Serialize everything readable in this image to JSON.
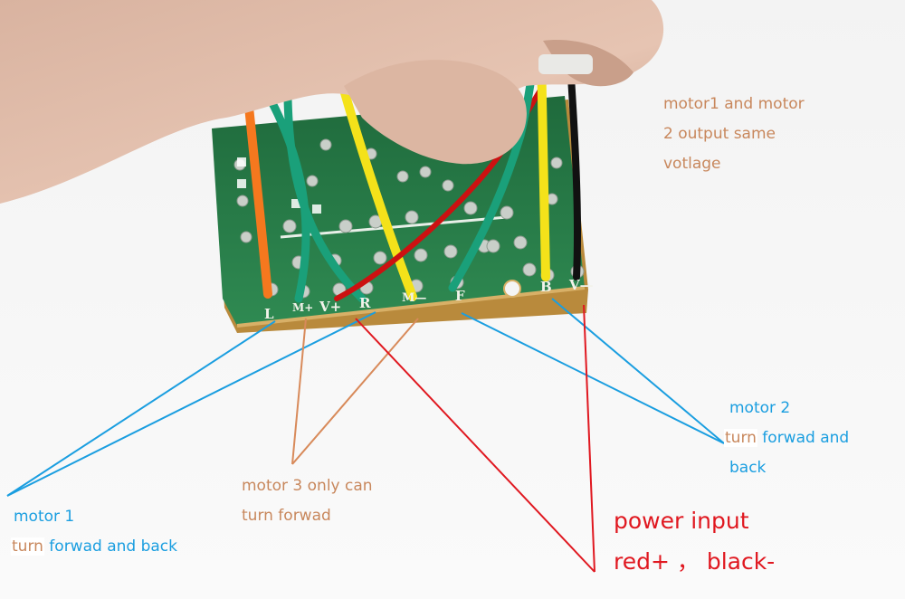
{
  "pins": [
    "L",
    "M+",
    "V+",
    "R",
    "M—",
    "F",
    "B",
    "V—"
  ],
  "annotations": {
    "top_note": [
      "motor1 and motor",
      "2 output same",
      "votlage"
    ],
    "motor2": {
      "line1": "motor 2",
      "line2_hl": "turn",
      "line2_rest": " forwad and",
      "line3": "back"
    },
    "motor3": [
      "motor 3 only can",
      "turn forwad"
    ],
    "motor1": {
      "line1": "motor 1",
      "line2_hl": "turn",
      "line2_rest": " forwad and back"
    },
    "power": [
      "power input",
      "red+ ， black-"
    ]
  },
  "colors": {
    "pcb": "#2a7f4a",
    "blue_line": "#1a9ee0",
    "orange_line": "#d88a5a",
    "red_line": "#e01820",
    "wires": [
      "#f5781e",
      "#1aa07a",
      "#f4e21a",
      "#cc1111",
      "#111111"
    ]
  }
}
